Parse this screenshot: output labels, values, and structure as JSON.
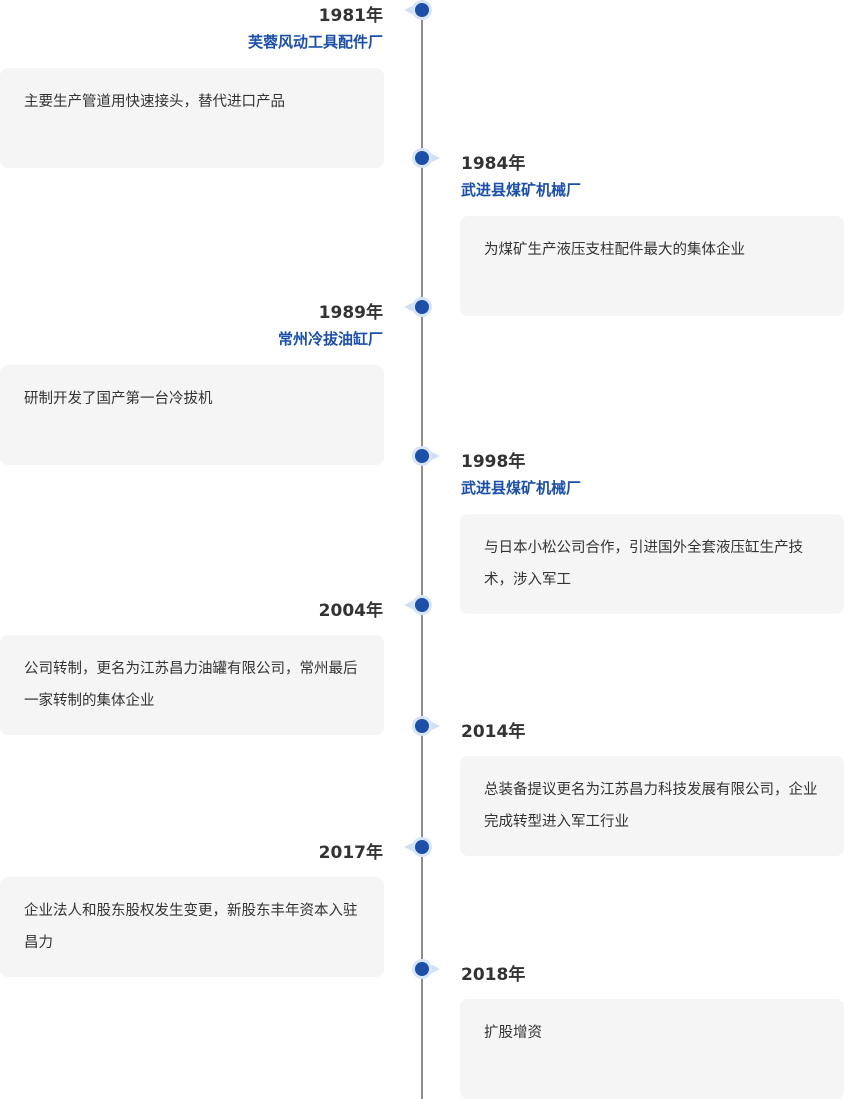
{
  "events": [
    {
      "year": "1981年",
      "company": "芙蓉风动工具配件厂",
      "desc": "主要生产管道用快速接头，替代进口产品"
    },
    {
      "year": "1984年",
      "company": "武进县煤矿机械厂",
      "desc": "为煤矿生产液压支柱配件最大的集体企业"
    },
    {
      "year": "1989年",
      "company": "常州冷拔油缸厂",
      "desc": "研制开发了国产第一台冷拔机"
    },
    {
      "year": "1998年",
      "company": "武进县煤矿机械厂",
      "desc": "与日本小松公司合作，引进国外全套液压缸生产技术，涉入军工"
    },
    {
      "year": "2004年",
      "company": "",
      "desc": "公司转制，更名为江苏昌力油罐有限公司，常州最后一家转制的集体企业"
    },
    {
      "year": "2014年",
      "company": "",
      "desc": "总装备提议更名为江苏昌力科技发展有限公司，企业完成转型进入军工行业"
    },
    {
      "year": "2017年",
      "company": "",
      "desc": "企业法人和股东股权发生变更，新股东丰年资本入驻昌力"
    },
    {
      "year": "2018年",
      "company": "",
      "desc": "扩股增资"
    }
  ],
  "colors": {
    "accent": "#1b4fa8",
    "card": "#f5f5f5",
    "line": "#8e8e8e"
  }
}
